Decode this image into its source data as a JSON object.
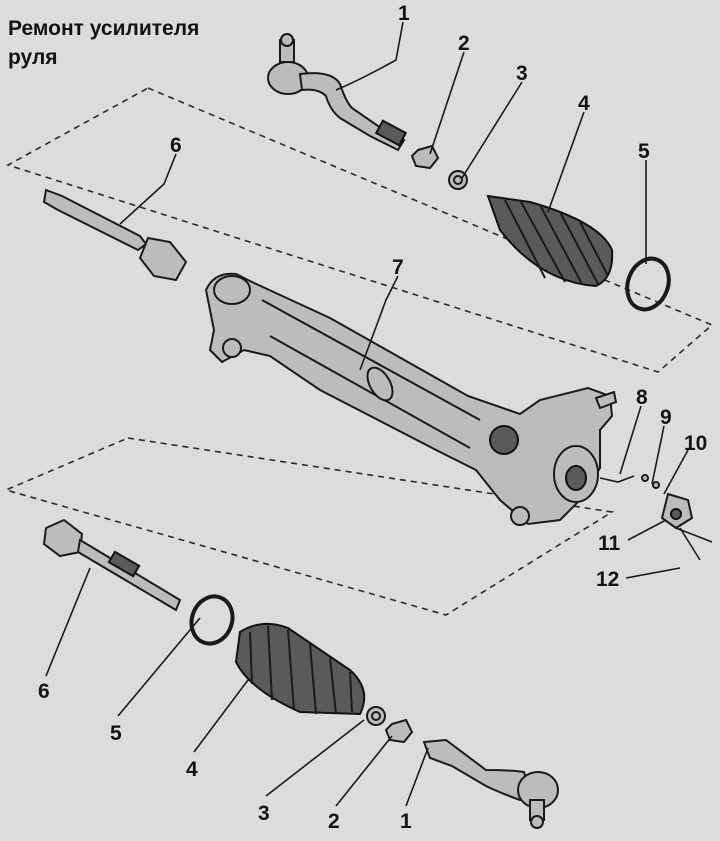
{
  "title": {
    "line1": "Ремонт усилителя",
    "line2": "руля"
  },
  "callouts": {
    "top_1": "1",
    "top_2": "2",
    "top_3": "3",
    "top_4": "4",
    "top_5": "5",
    "top_6": "6",
    "center_7": "7",
    "right_8": "8",
    "right_9": "9",
    "right_10": "10",
    "right_11": "11",
    "right_12": "12",
    "bottom_6": "6",
    "bottom_5": "5",
    "bottom_4": "4",
    "bottom_3": "3",
    "bottom_2": "2",
    "bottom_1": "1"
  }
}
